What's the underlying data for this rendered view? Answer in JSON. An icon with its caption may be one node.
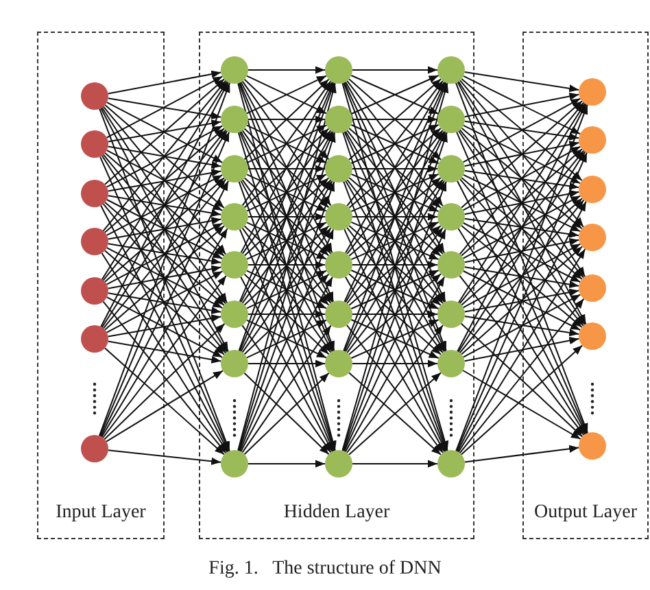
{
  "diagram": {
    "caption": "Fig. 1.   The structure of DNN",
    "nodes": [
      {
        "text": [
          "Input Layer"
        ]
      },
      {
        "text": [
          "Hidden Layer"
        ]
      },
      {
        "text": [
          "Output Layer"
        ]
      },
      {
        "text": [],
        "shape": "circle",
        "in": 0
      },
      {
        "text": [],
        "shape": "circle",
        "in": 0
      },
      {
        "text": [],
        "shape": "circle",
        "in": 0
      },
      {
        "text": [],
        "shape": "circle",
        "in": 0
      },
      {
        "text": [],
        "shape": "circle",
        "in": 0
      },
      {
        "text": [],
        "shape": "circle",
        "in": 0
      },
      {
        "text": [],
        "shape": "circle",
        "in": 0
      },
      {
        "text": [],
        "shape": "circle",
        "in": 1
      },
      {
        "text": [],
        "shape": "circle",
        "in": 1
      },
      {
        "text": [],
        "shape": "circle",
        "in": 1
      },
      {
        "text": [],
        "shape": "circle",
        "in": 1
      },
      {
        "text": [],
        "shape": "circle",
        "in": 1
      },
      {
        "text": [],
        "shape": "circle",
        "in": 1
      },
      {
        "text": [],
        "shape": "circle",
        "in": 1
      },
      {
        "text": [],
        "shape": "circle",
        "in": 1
      },
      {
        "text": [],
        "shape": "circle",
        "in": 1
      },
      {
        "text": [],
        "shape": "circle",
        "in": 1
      },
      {
        "text": [],
        "shape": "circle",
        "in": 1
      },
      {
        "text": [],
        "shape": "circle",
        "in": 1
      },
      {
        "text": [],
        "shape": "circle",
        "in": 1
      },
      {
        "text": [],
        "shape": "circle",
        "in": 1
      },
      {
        "text": [],
        "shape": "circle",
        "in": 1
      },
      {
        "text": [],
        "shape": "circle",
        "in": 1
      },
      {
        "text": [],
        "shape": "circle",
        "in": 1
      },
      {
        "text": [],
        "shape": "circle",
        "in": 1
      },
      {
        "text": [],
        "shape": "circle",
        "in": 1
      },
      {
        "text": [],
        "shape": "circle",
        "in": 1
      },
      {
        "text": [],
        "shape": "circle",
        "in": 1
      },
      {
        "text": [],
        "shape": "circle",
        "in": 1
      },
      {
        "text": [],
        "shape": "circle",
        "in": 1
      },
      {
        "text": [],
        "shape": "circle",
        "in": 1
      },
      {
        "text": [],
        "shape": "circle",
        "in": 2
      },
      {
        "text": [],
        "shape": "circle",
        "in": 2
      },
      {
        "text": [],
        "shape": "circle",
        "in": 2
      },
      {
        "text": [],
        "shape": "circle",
        "in": 2
      },
      {
        "text": [],
        "shape": "circle",
        "in": 2
      },
      {
        "text": [],
        "shape": "circle",
        "in": 2
      },
      {
        "text": [],
        "shape": "circle",
        "in": 2
      }
    ],
    "edges": [
      {
        "from": 3,
        "to": 10,
        "arrow": "to"
      },
      {
        "from": 3,
        "to": 11,
        "arrow": "to"
      },
      {
        "from": 3,
        "to": 12,
        "arrow": "to"
      },
      {
        "from": 3,
        "to": 13,
        "arrow": "to"
      },
      {
        "from": 3,
        "to": 14,
        "arrow": "to"
      },
      {
        "from": 3,
        "to": 15,
        "arrow": "to"
      },
      {
        "from": 3,
        "to": 16,
        "arrow": "to"
      },
      {
        "from": 3,
        "to": 17,
        "arrow": "to"
      },
      {
        "from": 4,
        "to": 10,
        "arrow": "to"
      },
      {
        "from": 4,
        "to": 11,
        "arrow": "to"
      },
      {
        "from": 4,
        "to": 12,
        "arrow": "to"
      },
      {
        "from": 4,
        "to": 13,
        "arrow": "to"
      },
      {
        "from": 4,
        "to": 14,
        "arrow": "to"
      },
      {
        "from": 4,
        "to": 15,
        "arrow": "to"
      },
      {
        "from": 4,
        "to": 16,
        "arrow": "to"
      },
      {
        "from": 4,
        "to": 17,
        "arrow": "to"
      },
      {
        "from": 5,
        "to": 10,
        "arrow": "to"
      },
      {
        "from": 5,
        "to": 11,
        "arrow": "to"
      },
      {
        "from": 5,
        "to": 12,
        "arrow": "to"
      },
      {
        "from": 5,
        "to": 13,
        "arrow": "to"
      },
      {
        "from": 5,
        "to": 14,
        "arrow": "to"
      },
      {
        "from": 5,
        "to": 15,
        "arrow": "to"
      },
      {
        "from": 5,
        "to": 16,
        "arrow": "to"
      },
      {
        "from": 5,
        "to": 17,
        "arrow": "to"
      },
      {
        "from": 6,
        "to": 10,
        "arrow": "to"
      },
      {
        "from": 6,
        "to": 11,
        "arrow": "to"
      },
      {
        "from": 6,
        "to": 12,
        "arrow": "to"
      },
      {
        "from": 6,
        "to": 13,
        "arrow": "to"
      },
      {
        "from": 6,
        "to": 14,
        "arrow": "to"
      },
      {
        "from": 6,
        "to": 15,
        "arrow": "to"
      },
      {
        "from": 6,
        "to": 16,
        "arrow": "to"
      },
      {
        "from": 6,
        "to": 17,
        "arrow": "to"
      },
      {
        "from": 7,
        "to": 10,
        "arrow": "to"
      },
      {
        "from": 7,
        "to": 11,
        "arrow": "to"
      },
      {
        "from": 7,
        "to": 12,
        "arrow": "to"
      },
      {
        "from": 7,
        "to": 13,
        "arrow": "to"
      },
      {
        "from": 7,
        "to": 14,
        "arrow": "to"
      },
      {
        "from": 7,
        "to": 15,
        "arrow": "to"
      },
      {
        "from": 7,
        "to": 16,
        "arrow": "to"
      },
      {
        "from": 7,
        "to": 17,
        "arrow": "to"
      },
      {
        "from": 8,
        "to": 10,
        "arrow": "to"
      },
      {
        "from": 8,
        "to": 11,
        "arrow": "to"
      },
      {
        "from": 8,
        "to": 12,
        "arrow": "to"
      },
      {
        "from": 8,
        "to": 13,
        "arrow": "to"
      },
      {
        "from": 8,
        "to": 14,
        "arrow": "to"
      },
      {
        "from": 8,
        "to": 15,
        "arrow": "to"
      },
      {
        "from": 8,
        "to": 16,
        "arrow": "to"
      },
      {
        "from": 8,
        "to": 17,
        "arrow": "to"
      },
      {
        "from": 9,
        "to": 10,
        "arrow": "to"
      },
      {
        "from": 9,
        "to": 11,
        "arrow": "to"
      },
      {
        "from": 9,
        "to": 12,
        "arrow": "to"
      },
      {
        "from": 9,
        "to": 13,
        "arrow": "to"
      },
      {
        "from": 9,
        "to": 14,
        "arrow": "to"
      },
      {
        "from": 9,
        "to": 15,
        "arrow": "to"
      },
      {
        "from": 9,
        "to": 16,
        "arrow": "to"
      },
      {
        "from": 9,
        "to": 17,
        "arrow": "to"
      },
      {
        "from": 10,
        "to": 18,
        "arrow": "to"
      },
      {
        "from": 10,
        "to": 19,
        "arrow": "to"
      },
      {
        "from": 10,
        "to": 20,
        "arrow": "to"
      },
      {
        "from": 10,
        "to": 21,
        "arrow": "to"
      },
      {
        "from": 10,
        "to": 22,
        "arrow": "to"
      },
      {
        "from": 10,
        "to": 23,
        "arrow": "to"
      },
      {
        "from": 10,
        "to": 24,
        "arrow": "to"
      },
      {
        "from": 10,
        "to": 25,
        "arrow": "to"
      },
      {
        "from": 11,
        "to": 18,
        "arrow": "to"
      },
      {
        "from": 11,
        "to": 19,
        "arrow": "to"
      },
      {
        "from": 11,
        "to": 20,
        "arrow": "to"
      },
      {
        "from": 11,
        "to": 21,
        "arrow": "to"
      },
      {
        "from": 11,
        "to": 22,
        "arrow": "to"
      },
      {
        "from": 11,
        "to": 23,
        "arrow": "to"
      },
      {
        "from": 11,
        "to": 24,
        "arrow": "to"
      },
      {
        "from": 11,
        "to": 25,
        "arrow": "to"
      },
      {
        "from": 12,
        "to": 18,
        "arrow": "to"
      },
      {
        "from": 12,
        "to": 19,
        "arrow": "to"
      },
      {
        "from": 12,
        "to": 20,
        "arrow": "to"
      },
      {
        "from": 12,
        "to": 21,
        "arrow": "to"
      },
      {
        "from": 12,
        "to": 22,
        "arrow": "to"
      },
      {
        "from": 12,
        "to": 23,
        "arrow": "to"
      },
      {
        "from": 12,
        "to": 24,
        "arrow": "to"
      },
      {
        "from": 12,
        "to": 25,
        "arrow": "to"
      },
      {
        "from": 13,
        "to": 18,
        "arrow": "to"
      },
      {
        "from": 13,
        "to": 19,
        "arrow": "to"
      },
      {
        "from": 13,
        "to": 20,
        "arrow": "to"
      },
      {
        "from": 13,
        "to": 21,
        "arrow": "to"
      },
      {
        "from": 13,
        "to": 22,
        "arrow": "to"
      },
      {
        "from": 13,
        "to": 23,
        "arrow": "to"
      },
      {
        "from": 13,
        "to": 24,
        "arrow": "to"
      },
      {
        "from": 13,
        "to": 25,
        "arrow": "to"
      },
      {
        "from": 14,
        "to": 18,
        "arrow": "to"
      },
      {
        "from": 14,
        "to": 19,
        "arrow": "to"
      },
      {
        "from": 14,
        "to": 20,
        "arrow": "to"
      },
      {
        "from": 14,
        "to": 21,
        "arrow": "to"
      },
      {
        "from": 14,
        "to": 22,
        "arrow": "to"
      },
      {
        "from": 14,
        "to": 23,
        "arrow": "to"
      },
      {
        "from": 14,
        "to": 24,
        "arrow": "to"
      },
      {
        "from": 14,
        "to": 25,
        "arrow": "to"
      },
      {
        "from": 15,
        "to": 18,
        "arrow": "to"
      },
      {
        "from": 15,
        "to": 19,
        "arrow": "to"
      },
      {
        "from": 15,
        "to": 20,
        "arrow": "to"
      },
      {
        "from": 15,
        "to": 21,
        "arrow": "to"
      },
      {
        "from": 15,
        "to": 22,
        "arrow": "to"
      },
      {
        "from": 15,
        "to": 23,
        "arrow": "to"
      },
      {
        "from": 15,
        "to": 24,
        "arrow": "to"
      },
      {
        "from": 15,
        "to": 25,
        "arrow": "to"
      },
      {
        "from": 16,
        "to": 18,
        "arrow": "to"
      },
      {
        "from": 16,
        "to": 19,
        "arrow": "to"
      },
      {
        "from": 16,
        "to": 20,
        "arrow": "to"
      },
      {
        "from": 16,
        "to": 21,
        "arrow": "to"
      },
      {
        "from": 16,
        "to": 22,
        "arrow": "to"
      },
      {
        "from": 16,
        "to": 23,
        "arrow": "to"
      },
      {
        "from": 16,
        "to": 24,
        "arrow": "to"
      },
      {
        "from": 16,
        "to": 25,
        "arrow": "to"
      },
      {
        "from": 17,
        "to": 18,
        "arrow": "to"
      },
      {
        "from": 17,
        "to": 19,
        "arrow": "to"
      },
      {
        "from": 17,
        "to": 20,
        "arrow": "to"
      },
      {
        "from": 17,
        "to": 21,
        "arrow": "to"
      },
      {
        "from": 17,
        "to": 22,
        "arrow": "to"
      },
      {
        "from": 17,
        "to": 23,
        "arrow": "to"
      },
      {
        "from": 17,
        "to": 24,
        "arrow": "to"
      },
      {
        "from": 17,
        "to": 25,
        "arrow": "to"
      },
      {
        "from": 18,
        "to": 26,
        "arrow": "to"
      },
      {
        "from": 18,
        "to": 27,
        "arrow": "to"
      },
      {
        "from": 18,
        "to": 28,
        "arrow": "to"
      },
      {
        "from": 18,
        "to": 29,
        "arrow": "to"
      },
      {
        "from": 18,
        "to": 30,
        "arrow": "to"
      },
      {
        "from": 18,
        "to": 31,
        "arrow": "to"
      },
      {
        "from": 18,
        "to": 32,
        "arrow": "to"
      },
      {
        "from": 18,
        "to": 33,
        "arrow": "to"
      },
      {
        "from": 19,
        "to": 26,
        "arrow": "to"
      },
      {
        "from": 19,
        "to": 27,
        "arrow": "to"
      },
      {
        "from": 19,
        "to": 28,
        "arrow": "to"
      },
      {
        "from": 19,
        "to": 29,
        "arrow": "to"
      },
      {
        "from": 19,
        "to": 30,
        "arrow": "to"
      },
      {
        "from": 19,
        "to": 31,
        "arrow": "to"
      },
      {
        "from": 19,
        "to": 32,
        "arrow": "to"
      },
      {
        "from": 19,
        "to": 33,
        "arrow": "to"
      },
      {
        "from": 20,
        "to": 26,
        "arrow": "to"
      },
      {
        "from": 20,
        "to": 27,
        "arrow": "to"
      },
      {
        "from": 20,
        "to": 28,
        "arrow": "to"
      },
      {
        "from": 20,
        "to": 29,
        "arrow": "to"
      },
      {
        "from": 20,
        "to": 30,
        "arrow": "to"
      },
      {
        "from": 20,
        "to": 31,
        "arrow": "to"
      },
      {
        "from": 20,
        "to": 32,
        "arrow": "to"
      },
      {
        "from": 20,
        "to": 33,
        "arrow": "to"
      },
      {
        "from": 21,
        "to": 26,
        "arrow": "to"
      },
      {
        "from": 21,
        "to": 27,
        "arrow": "to"
      },
      {
        "from": 21,
        "to": 28,
        "arrow": "to"
      },
      {
        "from": 21,
        "to": 29,
        "arrow": "to"
      },
      {
        "from": 21,
        "to": 30,
        "arrow": "to"
      },
      {
        "from": 21,
        "to": 31,
        "arrow": "to"
      },
      {
        "from": 21,
        "to": 32,
        "arrow": "to"
      },
      {
        "from": 21,
        "to": 33,
        "arrow": "to"
      },
      {
        "from": 22,
        "to": 26,
        "arrow": "to"
      },
      {
        "from": 22,
        "to": 27,
        "arrow": "to"
      },
      {
        "from": 22,
        "to": 28,
        "arrow": "to"
      },
      {
        "from": 22,
        "to": 29,
        "arrow": "to"
      },
      {
        "from": 22,
        "to": 30,
        "arrow": "to"
      },
      {
        "from": 22,
        "to": 31,
        "arrow": "to"
      },
      {
        "from": 22,
        "to": 32,
        "arrow": "to"
      },
      {
        "from": 22,
        "to": 33,
        "arrow": "to"
      },
      {
        "from": 23,
        "to": 26,
        "arrow": "to"
      },
      {
        "from": 23,
        "to": 27,
        "arrow": "to"
      },
      {
        "from": 23,
        "to": 28,
        "arrow": "to"
      },
      {
        "from": 23,
        "to": 29,
        "arrow": "to"
      },
      {
        "from": 23,
        "to": 30,
        "arrow": "to"
      },
      {
        "from": 23,
        "to": 31,
        "arrow": "to"
      },
      {
        "from": 23,
        "to": 32,
        "arrow": "to"
      },
      {
        "from": 23,
        "to": 33,
        "arrow": "to"
      },
      {
        "from": 24,
        "to": 26,
        "arrow": "to"
      },
      {
        "from": 24,
        "to": 27,
        "arrow": "to"
      },
      {
        "from": 24,
        "to": 28,
        "arrow": "to"
      },
      {
        "from": 24,
        "to": 29,
        "arrow": "to"
      },
      {
        "from": 24,
        "to": 30,
        "arrow": "to"
      },
      {
        "from": 24,
        "to": 31,
        "arrow": "to"
      },
      {
        "from": 24,
        "to": 32,
        "arrow": "to"
      },
      {
        "from": 24,
        "to": 33,
        "arrow": "to"
      },
      {
        "from": 25,
        "to": 26,
        "arrow": "to"
      },
      {
        "from": 25,
        "to": 27,
        "arrow": "to"
      },
      {
        "from": 25,
        "to": 28,
        "arrow": "to"
      },
      {
        "from": 25,
        "to": 29,
        "arrow": "to"
      },
      {
        "from": 25,
        "to": 30,
        "arrow": "to"
      },
      {
        "from": 25,
        "to": 31,
        "arrow": "to"
      },
      {
        "from": 25,
        "to": 32,
        "arrow": "to"
      },
      {
        "from": 25,
        "to": 33,
        "arrow": "to"
      },
      {
        "from": 26,
        "to": 34,
        "arrow": "to"
      },
      {
        "from": 26,
        "to": 35,
        "arrow": "to"
      },
      {
        "from": 26,
        "to": 36,
        "arrow": "to"
      },
      {
        "from": 26,
        "to": 37,
        "arrow": "to"
      },
      {
        "from": 26,
        "to": 38,
        "arrow": "to"
      },
      {
        "from": 26,
        "to": 39,
        "arrow": "to"
      },
      {
        "from": 26,
        "to": 40,
        "arrow": "to"
      },
      {
        "from": 27,
        "to": 34,
        "arrow": "to"
      },
      {
        "from": 27,
        "to": 35,
        "arrow": "to"
      },
      {
        "from": 27,
        "to": 36,
        "arrow": "to"
      },
      {
        "from": 27,
        "to": 37,
        "arrow": "to"
      },
      {
        "from": 27,
        "to": 38,
        "arrow": "to"
      },
      {
        "from": 27,
        "to": 39,
        "arrow": "to"
      },
      {
        "from": 27,
        "to": 40,
        "arrow": "to"
      },
      {
        "from": 28,
        "to": 34,
        "arrow": "to"
      },
      {
        "from": 28,
        "to": 35,
        "arrow": "to"
      },
      {
        "from": 28,
        "to": 36,
        "arrow": "to"
      },
      {
        "from": 28,
        "to": 37,
        "arrow": "to"
      },
      {
        "from": 28,
        "to": 38,
        "arrow": "to"
      },
      {
        "from": 28,
        "to": 39,
        "arrow": "to"
      },
      {
        "from": 28,
        "to": 40,
        "arrow": "to"
      },
      {
        "from": 29,
        "to": 34,
        "arrow": "to"
      },
      {
        "from": 29,
        "to": 35,
        "arrow": "to"
      },
      {
        "from": 29,
        "to": 36,
        "arrow": "to"
      },
      {
        "from": 29,
        "to": 37,
        "arrow": "to"
      },
      {
        "from": 29,
        "to": 38,
        "arrow": "to"
      },
      {
        "from": 29,
        "to": 39,
        "arrow": "to"
      },
      {
        "from": 29,
        "to": 40,
        "arrow": "to"
      },
      {
        "from": 30,
        "to": 34,
        "arrow": "to"
      },
      {
        "from": 30,
        "to": 35,
        "arrow": "to"
      },
      {
        "from": 30,
        "to": 36,
        "arrow": "to"
      },
      {
        "from": 30,
        "to": 37,
        "arrow": "to"
      },
      {
        "from": 30,
        "to": 38,
        "arrow": "to"
      },
      {
        "from": 30,
        "to": 39,
        "arrow": "to"
      },
      {
        "from": 30,
        "to": 40,
        "arrow": "to"
      },
      {
        "from": 31,
        "to": 34,
        "arrow": "to"
      },
      {
        "from": 31,
        "to": 35,
        "arrow": "to"
      },
      {
        "from": 31,
        "to": 36,
        "arrow": "to"
      },
      {
        "from": 31,
        "to": 37,
        "arrow": "to"
      },
      {
        "from": 31,
        "to": 38,
        "arrow": "to"
      },
      {
        "from": 31,
        "to": 39,
        "arrow": "to"
      },
      {
        "from": 31,
        "to": 40,
        "arrow": "to"
      },
      {
        "from": 32,
        "to": 34,
        "arrow": "to"
      },
      {
        "from": 32,
        "to": 35,
        "arrow": "to"
      },
      {
        "from": 32,
        "to": 36,
        "arrow": "to"
      },
      {
        "from": 32,
        "to": 37,
        "arrow": "to"
      },
      {
        "from": 32,
        "to": 38,
        "arrow": "to"
      },
      {
        "from": 32,
        "to": 39,
        "arrow": "to"
      },
      {
        "from": 32,
        "to": 40,
        "arrow": "to"
      },
      {
        "from": 33,
        "to": 34,
        "arrow": "to"
      },
      {
        "from": 33,
        "to": 35,
        "arrow": "to"
      },
      {
        "from": 33,
        "to": 36,
        "arrow": "to"
      },
      {
        "from": 33,
        "to": 37,
        "arrow": "to"
      },
      {
        "from": 33,
        "to": 38,
        "arrow": "to"
      },
      {
        "from": 33,
        "to": 39,
        "arrow": "to"
      },
      {
        "from": 33,
        "to": 40,
        "arrow": "to"
      }
    ]
  }
}
